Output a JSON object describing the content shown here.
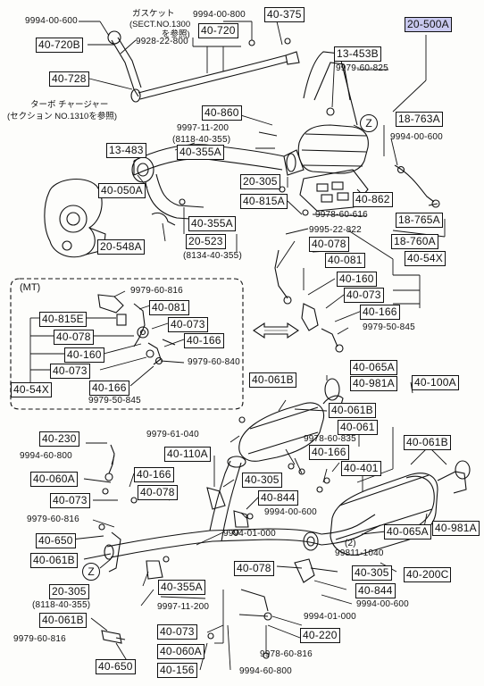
{
  "labels": {
    "l_20500A": "20-500A",
    "l_9994_00_600_a": "9994-00-600",
    "l_gasket": "ガスケット",
    "l_sect1300": "(SECT.NO.1300",
    "l_sansho": "を参照)",
    "l_9994_00_800_a": "9994-00-800",
    "l_40_375": "40-375",
    "l_40_720B": "40-720B",
    "l_9928_22_800": "9928-22-800",
    "l_40_720": "40-720",
    "l_13_453B": "13-453B",
    "l_9979_60_825": "9979-60-825",
    "l_40_728": "40-728",
    "l_turbo1": "ターボ チャージャー",
    "l_turbo2": "(セクション NO.1310を参照)",
    "l_40_860": "40-860",
    "l_z_top": "Z",
    "l_18_763A": "18-763A",
    "l_9997_11_200_a": "9997-11-200",
    "l_8118_40_355_a": "(8118-40-355)",
    "l_40_355A_a": "40-355A",
    "l_9994_00_600_b": "9994-00-600",
    "l_13_483": "13-483",
    "l_20_305_a": "20-305",
    "l_40_050A": "40-050A",
    "l_40_815A_a": "40-815A",
    "l_40_862": "40-862",
    "l_18_765A": "18-765A",
    "l_9978_60_616": "9978-60-616",
    "l_40_355A_b": "40-355A",
    "l_9995_22_822": "9995-22-822",
    "l_40_078_a": "40-078",
    "l_18_760A": "18-760A",
    "l_20_548A": "20-548A",
    "l_20_523": "20-523",
    "l_8134_40_355": "(8134-40-355)",
    "l_40_081_a": "40-081",
    "l_40_54X_a": "40-54X",
    "l_mt": "(MT)",
    "l_9979_60_816_a": "9979-60-816",
    "l_40_160_a": "40-160",
    "l_40_081_b": "40-081",
    "l_40_073_a": "40-073",
    "l_40_815E": "40-815E",
    "l_40_073_b": "40-073",
    "l_40_166_a": "40-166",
    "l_40_078_b": "40-078",
    "l_40_166_b": "40-166",
    "l_9979_50_845_a": "9979-50-845",
    "l_40_160_b": "40-160",
    "l_9979_60_840": "9979-60-840",
    "l_40_073_c": "40-073",
    "l_40_065A_a": "40-065A",
    "l_40_54X_b": "40-54X",
    "l_40_166_c": "40-166",
    "l_40_061B_a": "40-061B",
    "l_40_981A_a": "40-981A",
    "l_40_100A": "40-100A",
    "l_9979_50_845_b": "9979-50-845",
    "l_40_061B_b": "40-061B",
    "l_40_061": "40-061",
    "l_40_230": "40-230",
    "l_9979_61_040": "9979-61-040",
    "l_9978_60_835": "9978-60-835",
    "l_40_061B_c": "40-061B",
    "l_9994_60_800": "9994-60-800",
    "l_40_110A": "40-110A",
    "l_40_166_d": "40-166",
    "l_40_060A_a": "40-060A",
    "l_40_166_e": "40-166",
    "l_40_401": "40-401",
    "l_40_305_a": "40-305",
    "l_40_078_c": "40-078",
    "l_40_073_d": "40-073",
    "l_40_844_a": "40-844",
    "l_9994_00_600_c": "9994-00-600",
    "l_9979_60_816_b": "9979-60-816",
    "l_40_065A_b": "40-065A",
    "l_40_981A_b": "40-981A",
    "l_9994_01_000_a": "9994-01-000",
    "l_40_650_a": "40-650",
    "l_2": "(2)",
    "l_99811_1040": "99811-1040",
    "l_40_061B_d": "40-061B",
    "l_40_305_b": "40-305",
    "l_40_200C": "40-200C",
    "l_z_bottom": "Z",
    "l_40_078_d": "40-078",
    "l_40_844_b": "40-844",
    "l_20_305_b": "20-305",
    "l_40_355A_c": "40-355A",
    "l_9994_00_600_d": "9994-00-600",
    "l_8118_40_355_b": "(8118-40-355)",
    "l_9997_11_200_b": "9997-11-200",
    "l_9994_01_000_b": "9994-01-000",
    "l_40_061B_e": "40-061B",
    "l_40_073_e": "40-073",
    "l_40_220": "40-220",
    "l_9979_60_816_c": "9979-60-816",
    "l_40_060A_b": "40-060A",
    "l_9978_60_816": "9978-60-816",
    "l_40_650_b": "40-650",
    "l_40_156": "40-156",
    "l_9994_60_800_b": "9994-60-800"
  },
  "colors": {
    "ink": "#111111",
    "paper": "#fdfdfb",
    "highlight": "#c9c9ef"
  }
}
